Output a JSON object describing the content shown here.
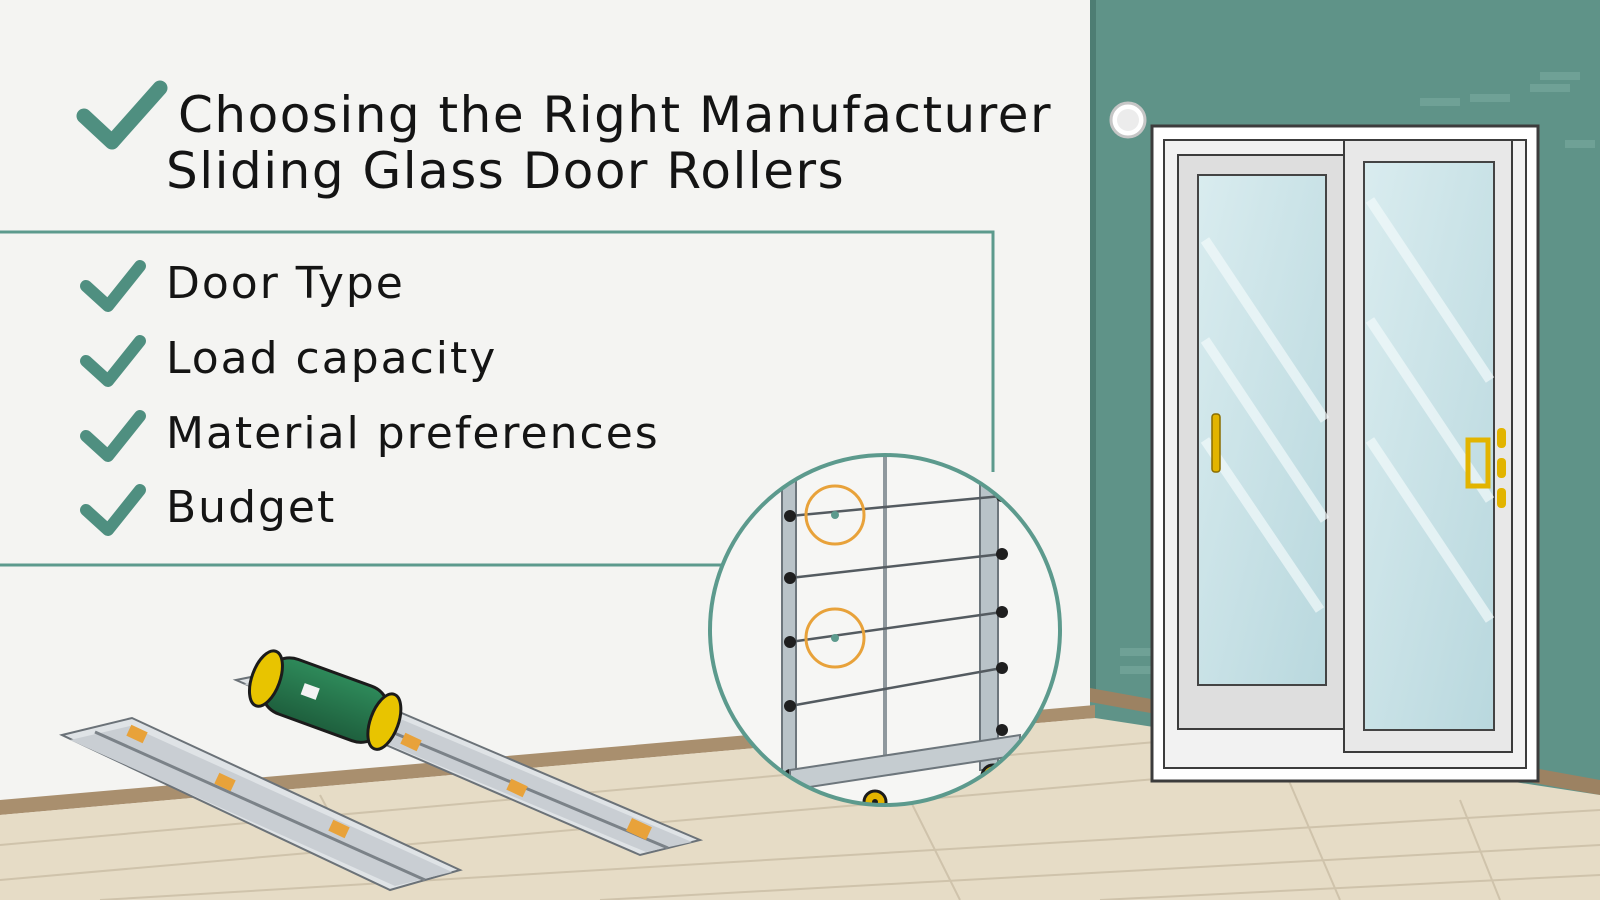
{
  "header": {
    "title_line_1": "Choosing the Right Manufacturer",
    "title_line_2": "Sliding Glass Door Rollers"
  },
  "checklist": {
    "items": [
      {
        "label": "Door Type"
      },
      {
        "label": "Load capacity"
      },
      {
        "label": "Material preferences"
      },
      {
        "label": "Budget"
      }
    ]
  },
  "colors": {
    "accent_teal": "#4f8f80",
    "wall_teal": "#5f9388",
    "floor": "#e6dcc6",
    "highlight_orange": "#e8a23a",
    "handle_gold": "#e2b400"
  }
}
